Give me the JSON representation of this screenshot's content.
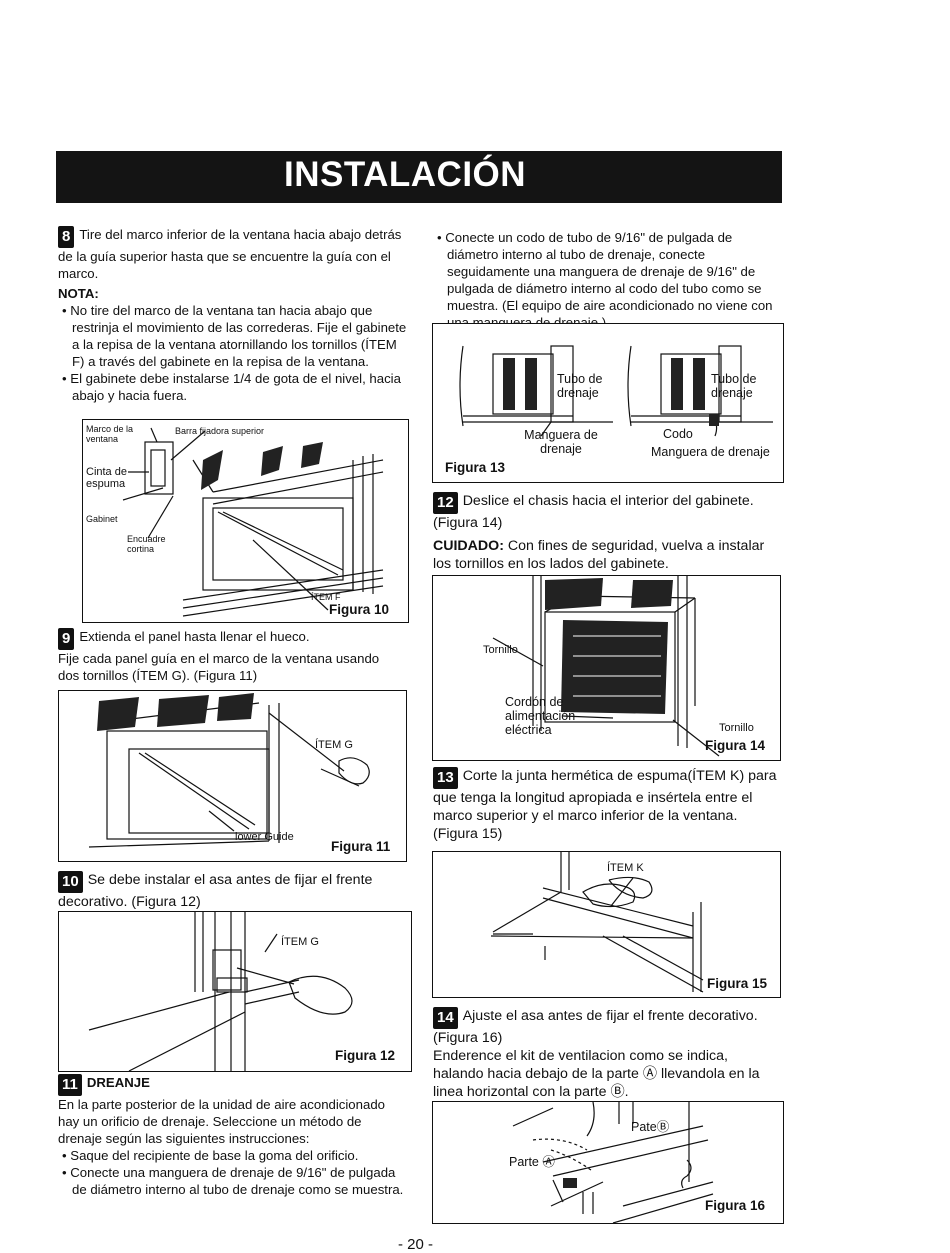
{
  "header": {
    "title": "INSTALACIÓN"
  },
  "step8": {
    "number": "8",
    "text": "Tire del marco inferior de la ventana hacia abajo detrás de la guía superior hasta que se encuentre la guía con el marco.",
    "note_title": "NOTA:",
    "bullets": [
      "No tire del marco de la ventana tan hacia abajo que restrinja el movimiento de las correderas. Fije el gabinete a la repisa de la ventana atornillando los tornillos (ÍTEM F) a través del gabinete en la repisa de la ventana.",
      "El gabinete debe instalarse 1/4 de gota de el nivel, hacia abajo y hacia fuera."
    ]
  },
  "fig10": {
    "caption": "Figura 10",
    "labels": {
      "marco": "Marco de la ventana",
      "barra": "Barra fijadora superior",
      "cinta": "Cinta de espuma",
      "gabinet": "Gabinet",
      "encuadre": "Encuadre cortina",
      "item_f": "ÍTEM F"
    }
  },
  "step9": {
    "number": "9",
    "line1": "Extienda el panel hasta llenar el hueco.",
    "line2": "Fije cada panel guía en el marco de la ventana usando dos tornillos (ÍTEM G). (Figura 11)"
  },
  "fig11": {
    "caption": "Figura 11",
    "labels": {
      "item_g": "ÍTEM G",
      "lower_guide": "lower Guide"
    }
  },
  "step10": {
    "number": "10",
    "text": "Se debe instalar el asa antes de fijar el frente decorativo. (Figura 12)"
  },
  "fig12": {
    "caption": "Figura 12",
    "labels": {
      "item_g": "ÍTEM G"
    }
  },
  "step11": {
    "number": "11",
    "title": "DREANJE",
    "text": "En la parte posterior de la unidad de aire acondicionado hay un orificio de drenaje. Seleccione un método de drenaje según las siguientes instrucciones:",
    "bullets": [
      "Saque del recipiente de base la goma del orificio.",
      "Conecte una manguera de drenaje de 9/16\" de pulgada de diámetro interno al tubo de drenaje como se muestra."
    ]
  },
  "right_bullet": "Conecte un codo de tubo de 9/16\" de pulgada de diámetro interno al tubo de drenaje, conecte seguidamente una manguera de drenaje de 9/16\" de pulgada de diámetro interno al codo del tubo como se muestra. (El equipo de aire acondicionado no viene con una manguera de drenaje.)",
  "fig13": {
    "caption": "Figura 13",
    "labels": {
      "tubo1": "Tubo de drenaje",
      "manguera1": "Manguera de drenaje",
      "tubo2": "Tubo de drenaje",
      "codo": "Codo",
      "manguera2": "Manguera de drenaje"
    }
  },
  "step12": {
    "number": "12",
    "text": "Deslice el chasis hacia el interior del gabinete. (Figura 14)",
    "caution_label": "CUIDADO:",
    "caution_text": "Con fines de seguridad, vuelva a instalar los tornillos en los lados del gabinete."
  },
  "fig14": {
    "caption": "Figura 14",
    "labels": {
      "tornillo1": "Tornillo",
      "cordon": "Cordón de alimentación eléctrica",
      "tornillo2": "Tornillo"
    }
  },
  "step13": {
    "number": "13",
    "text": "Corte la junta hermética de espuma(ÍTEM K) para que tenga la longitud apropiada e insértela entre el marco superior y el marco inferior de la ventana. (Figura 15)"
  },
  "fig15": {
    "caption": "Figura 15",
    "labels": {
      "item_k": "ÍTEM K"
    }
  },
  "step14": {
    "number": "14",
    "text": "Ajuste el asa antes de fijar el frente decorativo. (Figura 16)",
    "text2": "Enderence el kit de ventilacion como se indica, halando hacia debajo de la parte Ⓐ llevandola en la linea horizontal con la parte Ⓑ."
  },
  "fig16": {
    "caption": "Figura 16",
    "labels": {
      "parte_b": "PateⒷ",
      "parte_a": "Parte Ⓐ"
    }
  },
  "footer": {
    "page": "- 20 -"
  }
}
